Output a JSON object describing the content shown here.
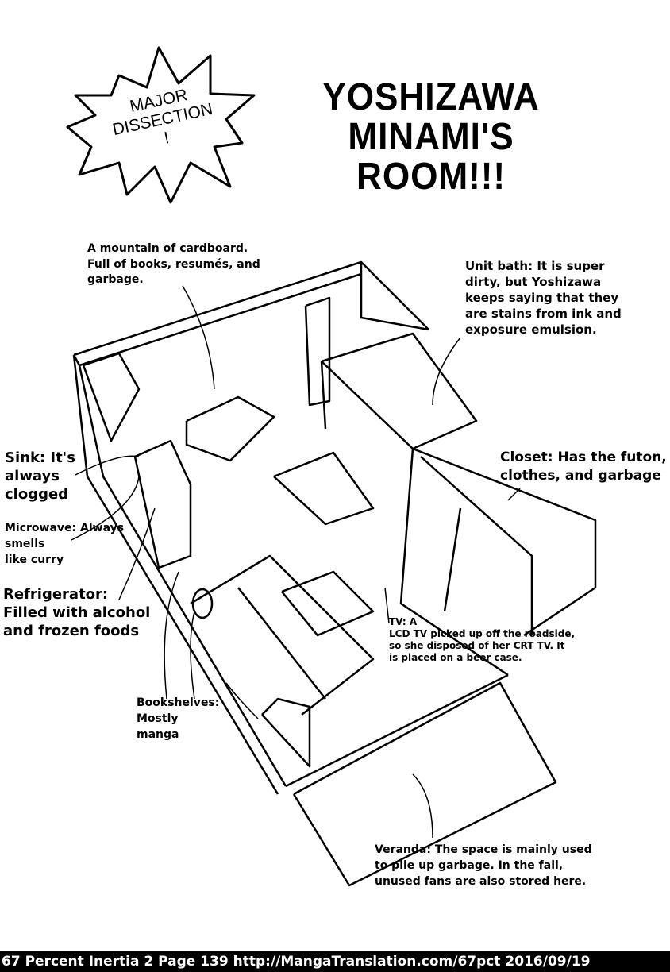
{
  "burst": [
    "MAJOR",
    "DISSECTION",
    "!"
  ],
  "title": [
    "YOSHIZAWA",
    "MINAMI'S",
    "ROOM!!!"
  ],
  "labels": {
    "cardboard": [
      "A mountain of cardboard.",
      "Full of books, resumés, and",
      "garbage."
    ],
    "unit_bath": [
      "Unit bath: It is super",
      "dirty, but Yoshizawa",
      "keeps saying that they",
      "are stains from ink and",
      "exposure emulsion."
    ],
    "closet": [
      "Closet: Has the futon,",
      "clothes, and garbage"
    ],
    "sink": [
      "Sink: It's",
      "always",
      "clogged"
    ],
    "microwave": [
      "Microwave: Always",
      "smells",
      "like curry"
    ],
    "refrigerator": [
      "Refrigerator:",
      "Filled with alcohol",
      "and frozen foods"
    ],
    "tv": [
      "TV: A",
      "LCD TV picked up off the roadside,",
      "so she disposed of her CRT TV. It",
      "is placed on a beer case."
    ],
    "bookshelves": [
      "Bookshelves:",
      "Mostly",
      "manga"
    ],
    "veranda": [
      "Veranda: The space is mainly used",
      "to pile up garbage. In the fall,",
      "unused fans are also stored here."
    ]
  },
  "footer": "67 Percent Inertia 2 Page 139 http://MangaTranslation.com/67pct 2016/09/19"
}
